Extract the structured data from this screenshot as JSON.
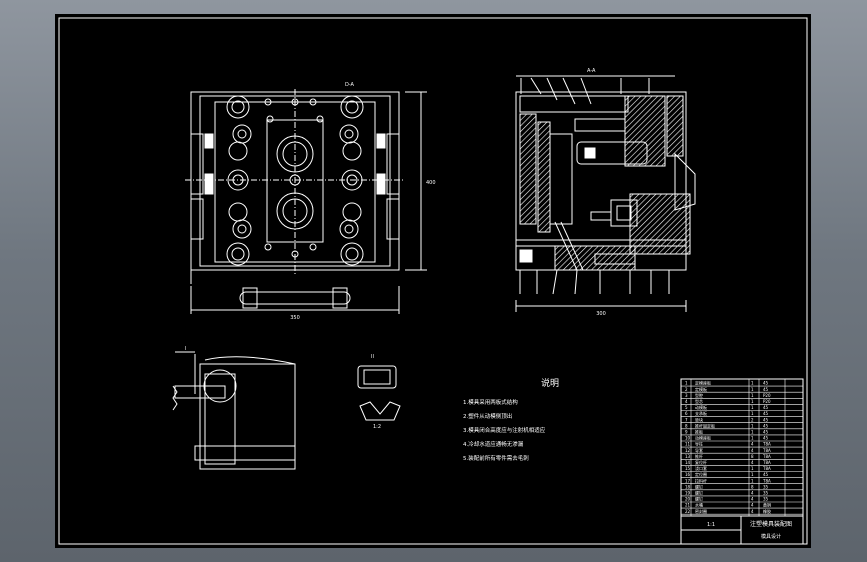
{
  "notes": {
    "title": "说明",
    "lines": [
      "1.模具采用两板式结构",
      "2.塑件从动模侧顶出",
      "3.模具闭合高度应与注射机相适应",
      "4.冷却水道应通畅无渗漏",
      "5.装配前所有零件需去毛刺"
    ]
  },
  "labels": {
    "top_view_mark": "D-A",
    "section_mark": "A-A",
    "detail_one": "I",
    "detail_two": "II",
    "detail_scale": "1:2",
    "width_dim": "350",
    "height_dim": "400",
    "side_dim": "300"
  },
  "title_block": {
    "rows": [
      {
        "no": "1",
        "name": "定模座板",
        "qty": "1",
        "material": "45"
      },
      {
        "no": "2",
        "name": "定模板",
        "qty": "1",
        "material": "45"
      },
      {
        "no": "3",
        "name": "型腔",
        "qty": "1",
        "material": "P20"
      },
      {
        "no": "4",
        "name": "型芯",
        "qty": "1",
        "material": "P20"
      },
      {
        "no": "5",
        "name": "动模板",
        "qty": "1",
        "material": "45"
      },
      {
        "no": "6",
        "name": "支承板",
        "qty": "1",
        "material": "45"
      },
      {
        "no": "7",
        "name": "垫块",
        "qty": "2",
        "material": "45"
      },
      {
        "no": "8",
        "name": "推杆固定板",
        "qty": "1",
        "material": "45"
      },
      {
        "no": "9",
        "name": "推板",
        "qty": "1",
        "material": "45"
      },
      {
        "no": "10",
        "name": "动模座板",
        "qty": "1",
        "material": "45"
      },
      {
        "no": "11",
        "name": "导柱",
        "qty": "4",
        "material": "T8A"
      },
      {
        "no": "12",
        "name": "导套",
        "qty": "4",
        "material": "T8A"
      },
      {
        "no": "13",
        "name": "推杆",
        "qty": "8",
        "material": "T8A"
      },
      {
        "no": "14",
        "name": "复位杆",
        "qty": "4",
        "material": "T8A"
      },
      {
        "no": "15",
        "name": "浇口套",
        "qty": "1",
        "material": "T8A"
      },
      {
        "no": "16",
        "name": "定位圈",
        "qty": "1",
        "material": "45"
      },
      {
        "no": "17",
        "name": "拉料杆",
        "qty": "1",
        "material": "T8A"
      },
      {
        "no": "18",
        "name": "螺钉",
        "qty": "8",
        "material": "35"
      },
      {
        "no": "19",
        "name": "螺钉",
        "qty": "4",
        "material": "35"
      },
      {
        "no": "20",
        "name": "螺钉",
        "qty": "4",
        "material": "35"
      },
      {
        "no": "21",
        "name": "水嘴",
        "qty": "4",
        "material": "黄铜"
      },
      {
        "no": "22",
        "name": "密封圈",
        "qty": "4",
        "material": "橡胶"
      }
    ],
    "drawing_name": "注塑模具装配图",
    "scale": "1:1",
    "school": "模具设计"
  }
}
